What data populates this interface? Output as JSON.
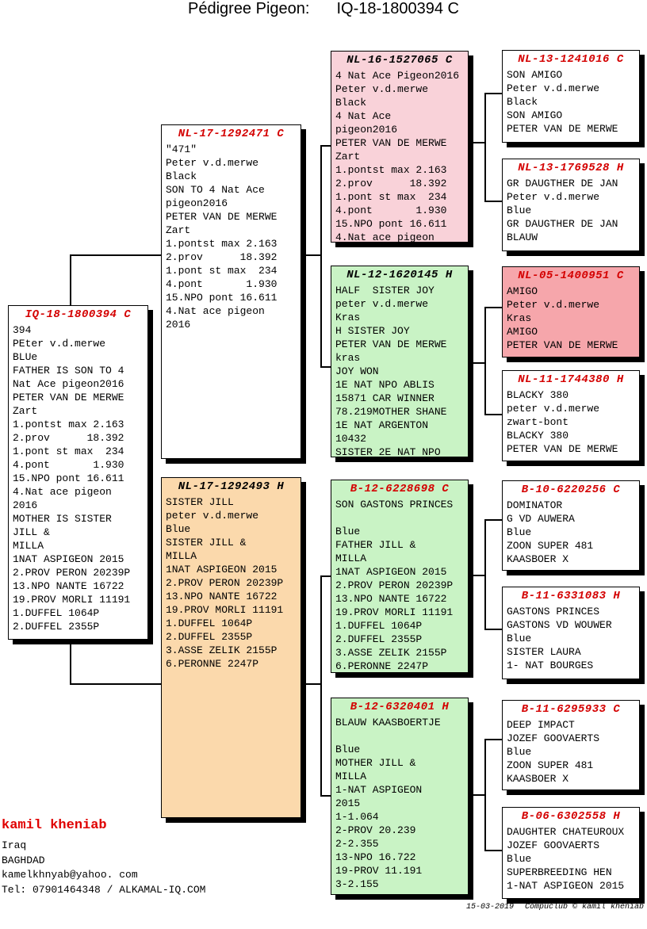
{
  "header": {
    "title_label": "Pédigree Pigeon:",
    "ring_number": "IQ-18-1800394 C"
  },
  "boxes": {
    "subject": {
      "title": "IQ-18-1800394 C",
      "body": "394\nPEter v.d.merwe\nBLUe\nFATHER IS SON TO 4\nNat Ace pigeon2016\nPETER VAN DE MERWE\nZart\n1.pontst max 2.163\n2.prov      18.392\n1.pont st max  234\n4.pont       1.930\n15.NPO pont 16.611\n4.Nat ace pigeon\n2016\nMOTHER IS SISTER\nJILL &\nMILLA\n1NAT ASPIGEON 2015\n2.PROV PERON 20239P\n13.NPO NANTE 16722\n19.PROV MORLI 11191\n1.DUFFEL 1064P\n2.DUFFEL 2355P"
    },
    "sire": {
      "title": "NL-17-1292471 C",
      "body": "\"471\"\nPeter v.d.merwe\nBlack\nSON TO 4 Nat Ace\npigeon2016\nPETER VAN DE MERWE\nZart\n1.pontst max 2.163\n2.prov      18.392\n1.pont st max  234\n4.pont       1.930\n15.NPO pont 16.611\n4.Nat ace pigeon\n2016"
    },
    "dam": {
      "title": "NL-17-1292493 H",
      "body": "SISTER JILL\npeter v.d.merwe\nBlue\nSISTER JILL &\nMILLA\n1NAT ASPIGEON 2015\n2.PROV PERON 20239P\n13.NPO NANTE 16722\n19.PROV MORLI 11191\n1.DUFFEL 1064P\n2.DUFFEL 2355P\n3.ASSE ZELIK 2155P\n6.PERONNE 2247P"
    },
    "ss": {
      "title": "NL-16-1527065 C",
      "body": "4 Nat Ace Pigeon2016\nPeter v.d.merwe\nBlack\n4 Nat Ace\npigeon2016\nPETER VAN DE MERWE\nZart\n1.pontst max 2.163\n2.prov      18.392\n1.pont st max  234\n4.pont       1.930\n15.NPO pont 16.611\n4.Nat ace pigeon"
    },
    "sd": {
      "title": "NL-12-1620145 H",
      "body": "HALF  SISTER JOY\npeter v.d.merwe\nKras\nH SISTER JOY\nPETER VAN DE MERWE\nkras\nJOY WON\n1E NAT NPO ABLIS\n15871 CAR WINNER\n78.219MOTHER SHANE\n1E NAT ARGENTON\n10432\nSISTER 2E NAT NPO"
    },
    "ds": {
      "title": "B-12-6228698 C",
      "body": "SON GASTONS PRINCES\n\nBlue\nFATHER JILL &\nMILLA\n1NAT ASPIGEON 2015\n2.PROV PERON 20239P\n13.NPO NANTE 16722\n19.PROV MORLI 11191\n1.DUFFEL 1064P\n2.DUFFEL 2355P\n3.ASSE ZELIK 2155P\n6.PERONNE 2247P"
    },
    "dd": {
      "title": "B-12-6320401 H",
      "body": "BLAUW KAASBOERTJE\n\nBlue\nMOTHER JILL &\nMILLA\n1-NAT ASPIGEON\n2015\n1-1.064\n2-PROV 20.239\n2-2.355\n13-NPO 16.722\n19-PROV 11.191\n3-2.155"
    },
    "sss": {
      "title": "NL-13-1241016 C",
      "body": "SON AMIGO\nPeter v.d.merwe\nBlack\nSON AMIGO\nPETER VAN DE MERWE"
    },
    "ssd": {
      "title": "NL-13-1769528 H",
      "body": "GR DAUGTHER DE JAN\nPeter v.d.merwe\nBlue\nGR DAUGTHER DE JAN\nBLAUW"
    },
    "sds": {
      "title": "NL-05-1400951 C",
      "body": "AMIGO\nPeter v.d.merwe\nKras\nAMIGO\nPETER VAN DE MERWE"
    },
    "sdd": {
      "title": "NL-11-1744380 H",
      "body": "BLACKY 380\npeter v.d.merwe\nzwart-bont\nBLACKY 380\nPETER VAN DE MERWE"
    },
    "dss": {
      "title": "B-10-6220256 C",
      "body": "DOMINATOR\nG VD AUWERA\nBlue\nZOON SUPER 481\nKAASBOER X"
    },
    "dsd": {
      "title": "B-11-6331083 H",
      "body": "GASTONS PRINCES\nGASTONS VD WOUWER\nBlue\nSISTER LAURA\n1- NAT BOURGES"
    },
    "dds": {
      "title": "B-11-6295933 C",
      "body": "DEEP IMPACT\nJOZEF GOOVAERTS\nBlue\nZOON SUPER 481\nKAASBOER X"
    },
    "ddd": {
      "title": "B-06-6302558 H",
      "body": "DAUGHTER CHATEUROUX\nJOZEF GOOVAERTS\nBlue\nSUPERBREEDING HEN\n1-NAT ASPIGEON 2015"
    }
  },
  "owner": {
    "name": "kamil kheniab",
    "address": "Iraq\nBAGHDAD\nkamelkhnyab@yahoo. com\nTel: 07901464348 / ALKAMAL-IQ.COM"
  },
  "footer": {
    "date": "15-03-2019",
    "credit": "Compuclub © kamil kheniab"
  },
  "colors": {
    "title_red": "#d40000",
    "owner_red": "#e00000",
    "box_pink": "#f9d2d9",
    "box_salmon": "#f6a6ab",
    "box_green": "#c9f3c5",
    "box_orange": "#fbd9ac"
  }
}
